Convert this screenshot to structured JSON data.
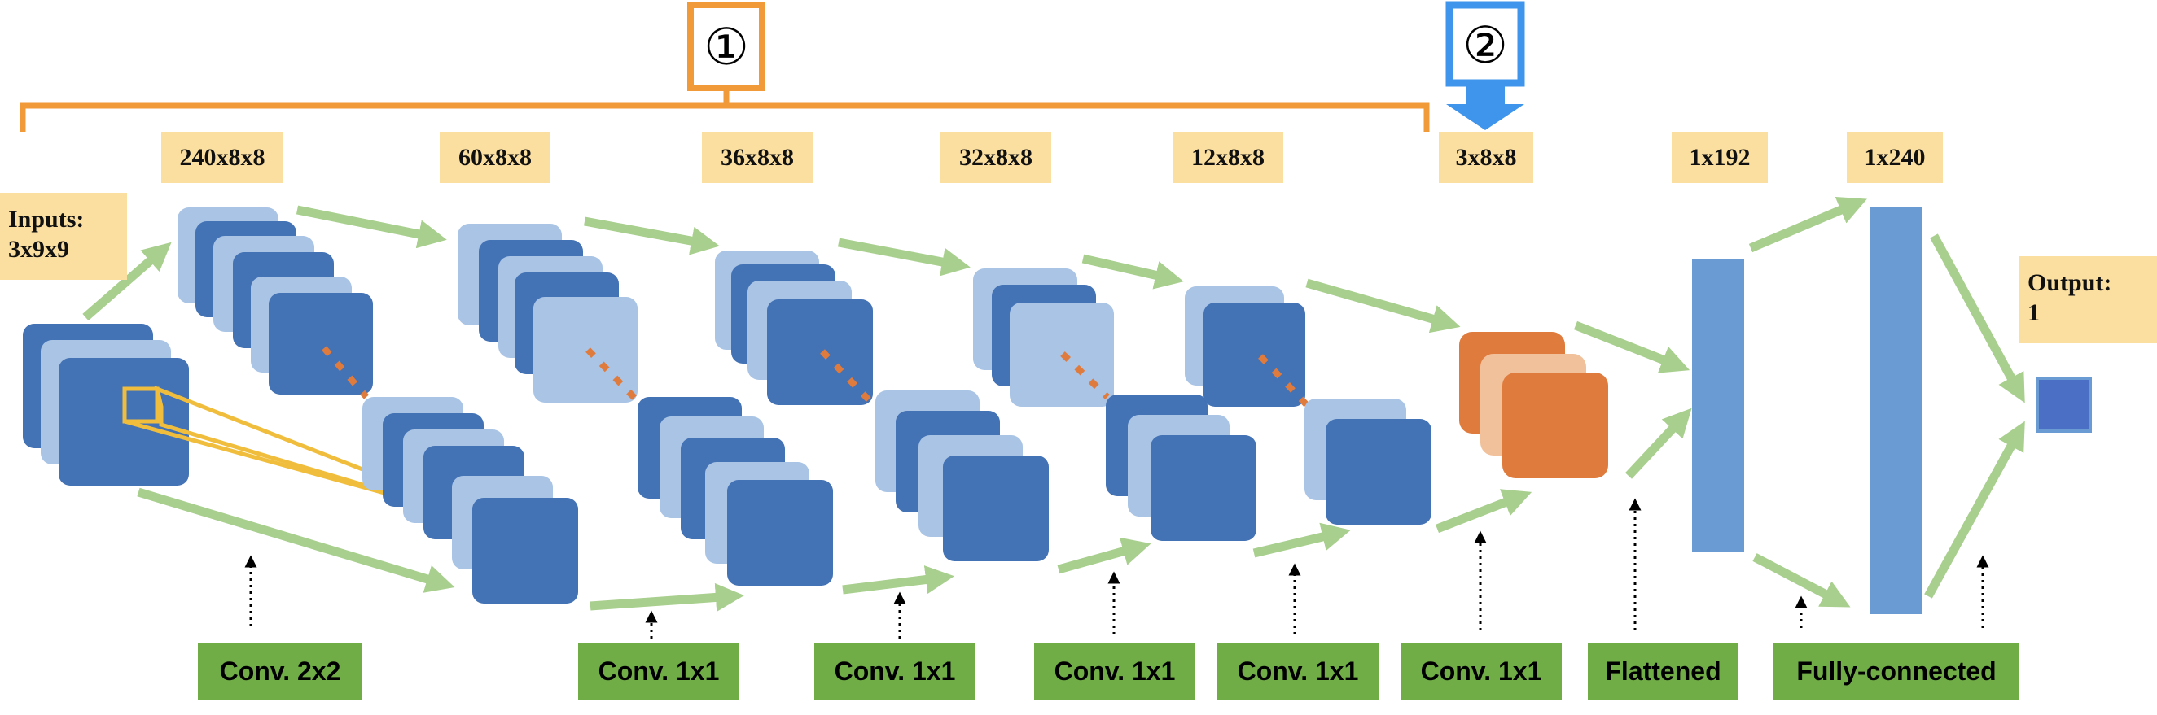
{
  "markers": {
    "one": "①",
    "two": "②"
  },
  "dims": [
    "240x8x8",
    "60x8x8",
    "36x8x8",
    "32x8x8",
    "12x8x8",
    "3x8x8",
    "1x192",
    "1x240"
  ],
  "input_label": {
    "line1": "Inputs:",
    "line2": "3x9x9"
  },
  "output_label": {
    "line1": "Output:",
    "line2": "1"
  },
  "ops": [
    "Conv. 2x2",
    "Conv. 1x1",
    "Conv. 1x1",
    "Conv. 1x1",
    "Conv. 1x1",
    "Conv. 1x1",
    "Flattened",
    "Fully-connected"
  ],
  "colors": {
    "light_blue": "#a9c4e5",
    "dark_blue": "#4372b5",
    "bar_blue": "#6a9bd2",
    "output_blue": "#4a6fc4",
    "orange_dark": "#e07b3e",
    "orange_light": "#f1c19b",
    "bracket_orange": "#f09a3a",
    "marker_blue": "#3f95ec",
    "arrow_green": "#a8cf8e",
    "kernel_yellow": "#f0be3c",
    "label_tan": "#fbdfa0",
    "op_green": "#70ad47"
  }
}
